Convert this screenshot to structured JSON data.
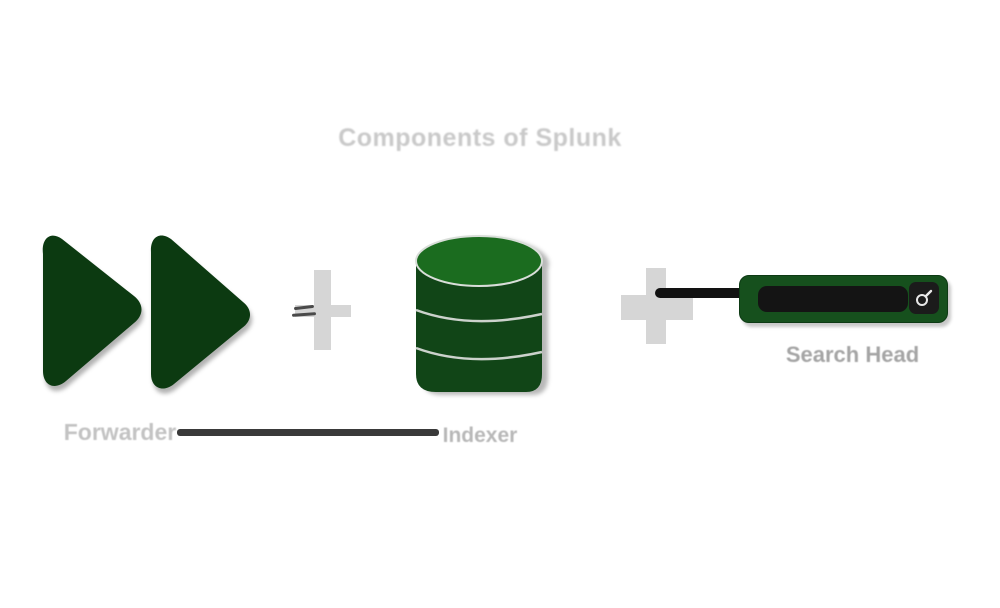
{
  "title": "Components of Splunk",
  "components": {
    "forwarder": {
      "label": "Forwarder",
      "icon": "fast-forward-icon"
    },
    "indexer": {
      "label": "Indexer",
      "icon": "database-icon"
    },
    "search_head": {
      "label": "Search Head",
      "icon": "search-bar-illustration"
    }
  },
  "operators": {
    "plus_1": "+",
    "plus_2": "+"
  },
  "search_bar": {
    "input_value": "",
    "button_icon": "magnifier-icon"
  },
  "colors": {
    "background": "#ffffff",
    "shape_green_dark": "#0c3a11",
    "cylinder_body_green": "#114517",
    "cylinder_top_green": "#1b6c1f",
    "searchbar_green": "#16501d",
    "input_black": "#141414",
    "plus_gray": "#d6d6d6",
    "title_gray": "#c9c9c9",
    "connector_dark": "#3a3a3a",
    "line_black": "#121212"
  }
}
